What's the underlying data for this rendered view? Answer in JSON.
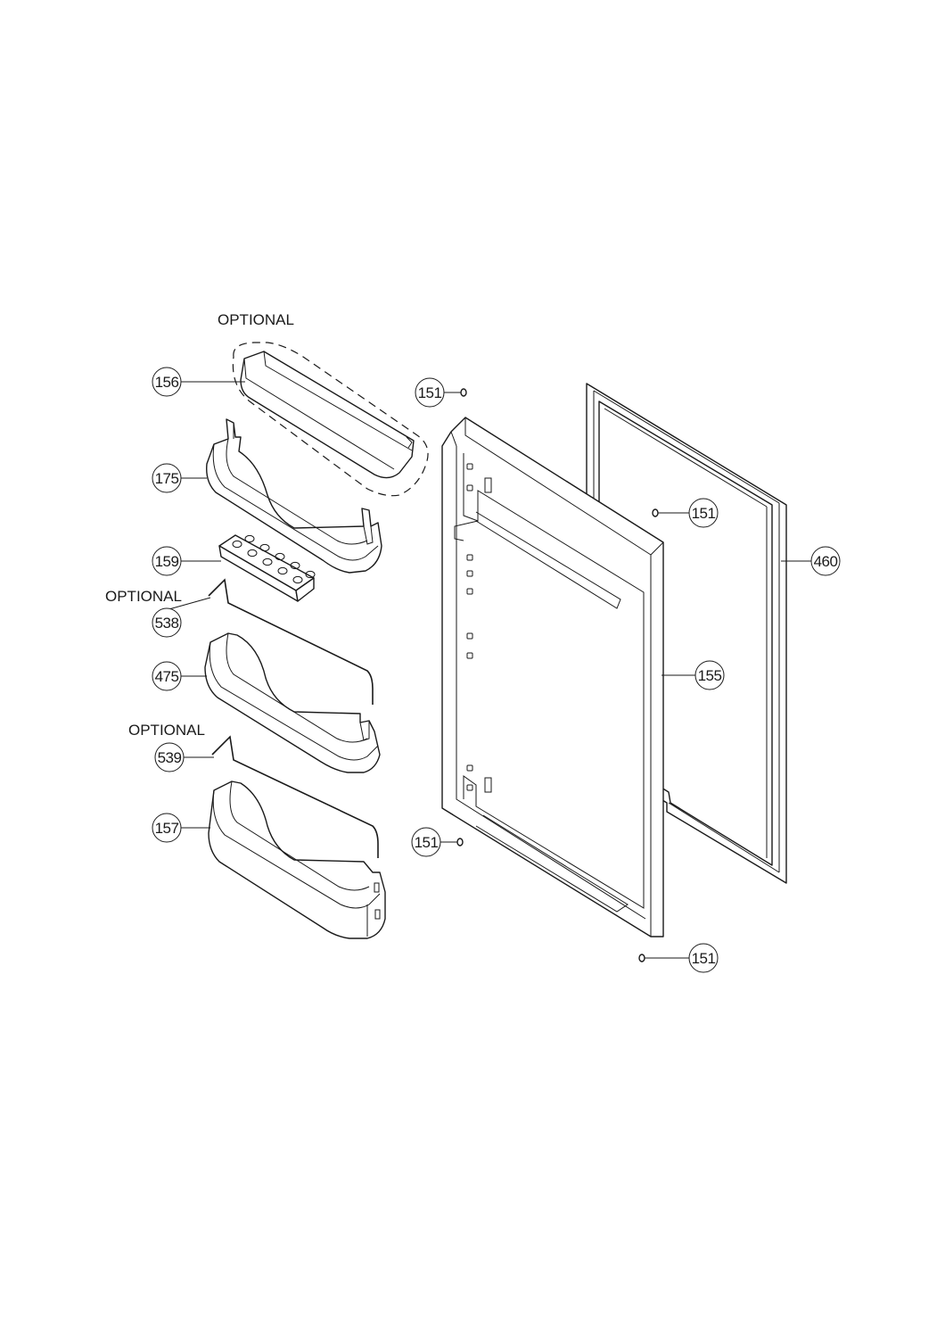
{
  "notes": {
    "optional_top": "OPTIONAL",
    "optional_middle": "OPTIONAL",
    "optional_bottom": "OPTIONAL"
  },
  "callouts": {
    "c156": "156",
    "c175": "175",
    "c159": "159",
    "c538": "538",
    "c475": "475",
    "c539": "539",
    "c157": "157",
    "c151_top": "151",
    "c151_right": "151",
    "c151_mid": "151",
    "c151_bottom": "151",
    "c460": "460",
    "c155": "155"
  },
  "colors": {
    "line": "#1a1a1a",
    "background": "#ffffff"
  }
}
